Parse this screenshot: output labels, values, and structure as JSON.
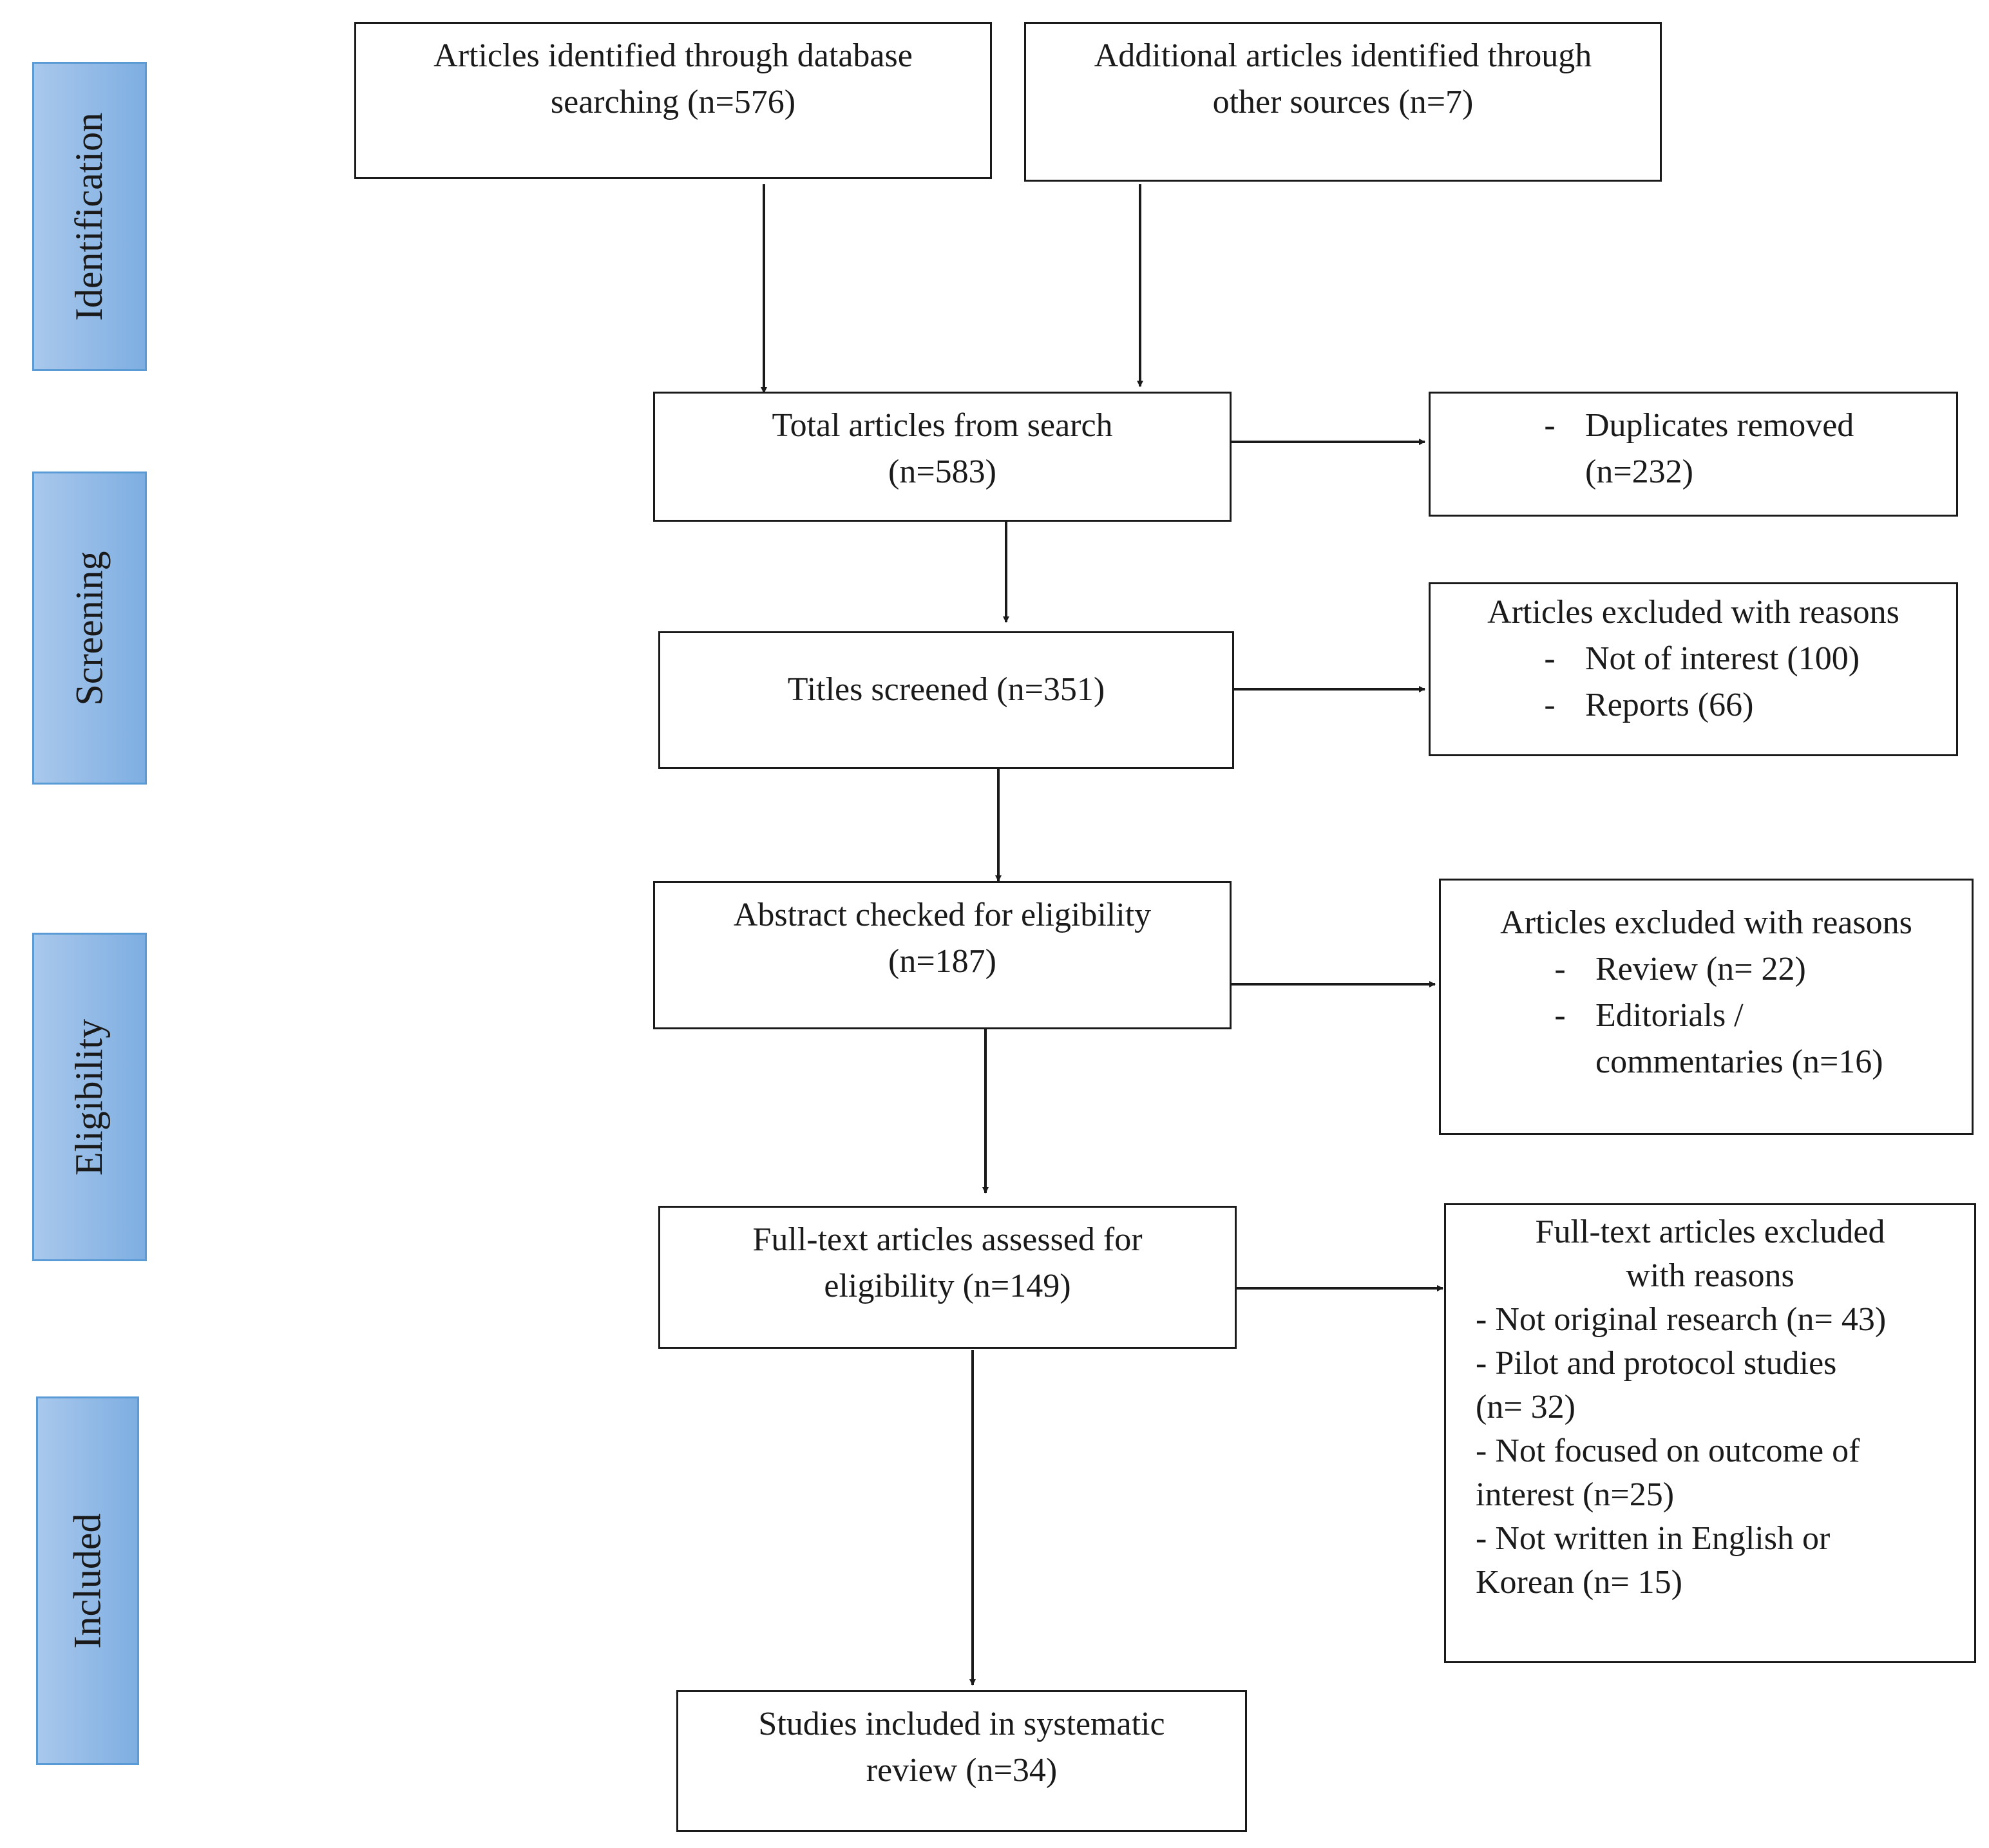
{
  "stages": {
    "identification": "Identification",
    "screening": "Screening",
    "eligibility": "Eligibility",
    "included": "Included"
  },
  "boxes": {
    "database_search": {
      "line1": "Articles identified through database",
      "line2": "searching (n=576)"
    },
    "other_sources": {
      "line1": "Additional articles identified through",
      "line2": "other sources (n=7)"
    },
    "total_articles": {
      "line1": "Total articles from search",
      "line2": "(n=583)"
    },
    "titles_screened": {
      "line1": "Titles screened (n=351)"
    },
    "abstract_checked": {
      "line1": "Abstract checked for eligibility",
      "line2": "(n=187)"
    },
    "fulltext_assessed": {
      "line1": "Full-text articles assessed for",
      "line2": "eligibility (n=149)"
    },
    "studies_included": {
      "line1": "Studies included in systematic",
      "line2": "review (n=34)"
    }
  },
  "side_boxes": {
    "duplicates": {
      "dash": "-",
      "item1": "Duplicates removed",
      "item1_cont": "(n=232)"
    },
    "titles_excluded": {
      "header": "Articles excluded with reasons",
      "dash": "-",
      "item1": "Not of interest (100)",
      "item2": "Reports (66)"
    },
    "abstract_excluded": {
      "header": "Articles excluded with reasons",
      "dash": "-",
      "item1": "Review (n= 22)",
      "item2": "Editorials /",
      "item2_cont": "commentaries (n=16)"
    },
    "fulltext_excluded": {
      "header1": "Full-text articles excluded",
      "header2": "with reasons",
      "lines": [
        "- Not original research (n= 43)",
        "- Pilot and protocol studies",
        "(n= 32)",
        "- Not focused on outcome of",
        "interest (n=25)",
        "- Not written in English or",
        "Korean (n= 15)"
      ]
    }
  }
}
